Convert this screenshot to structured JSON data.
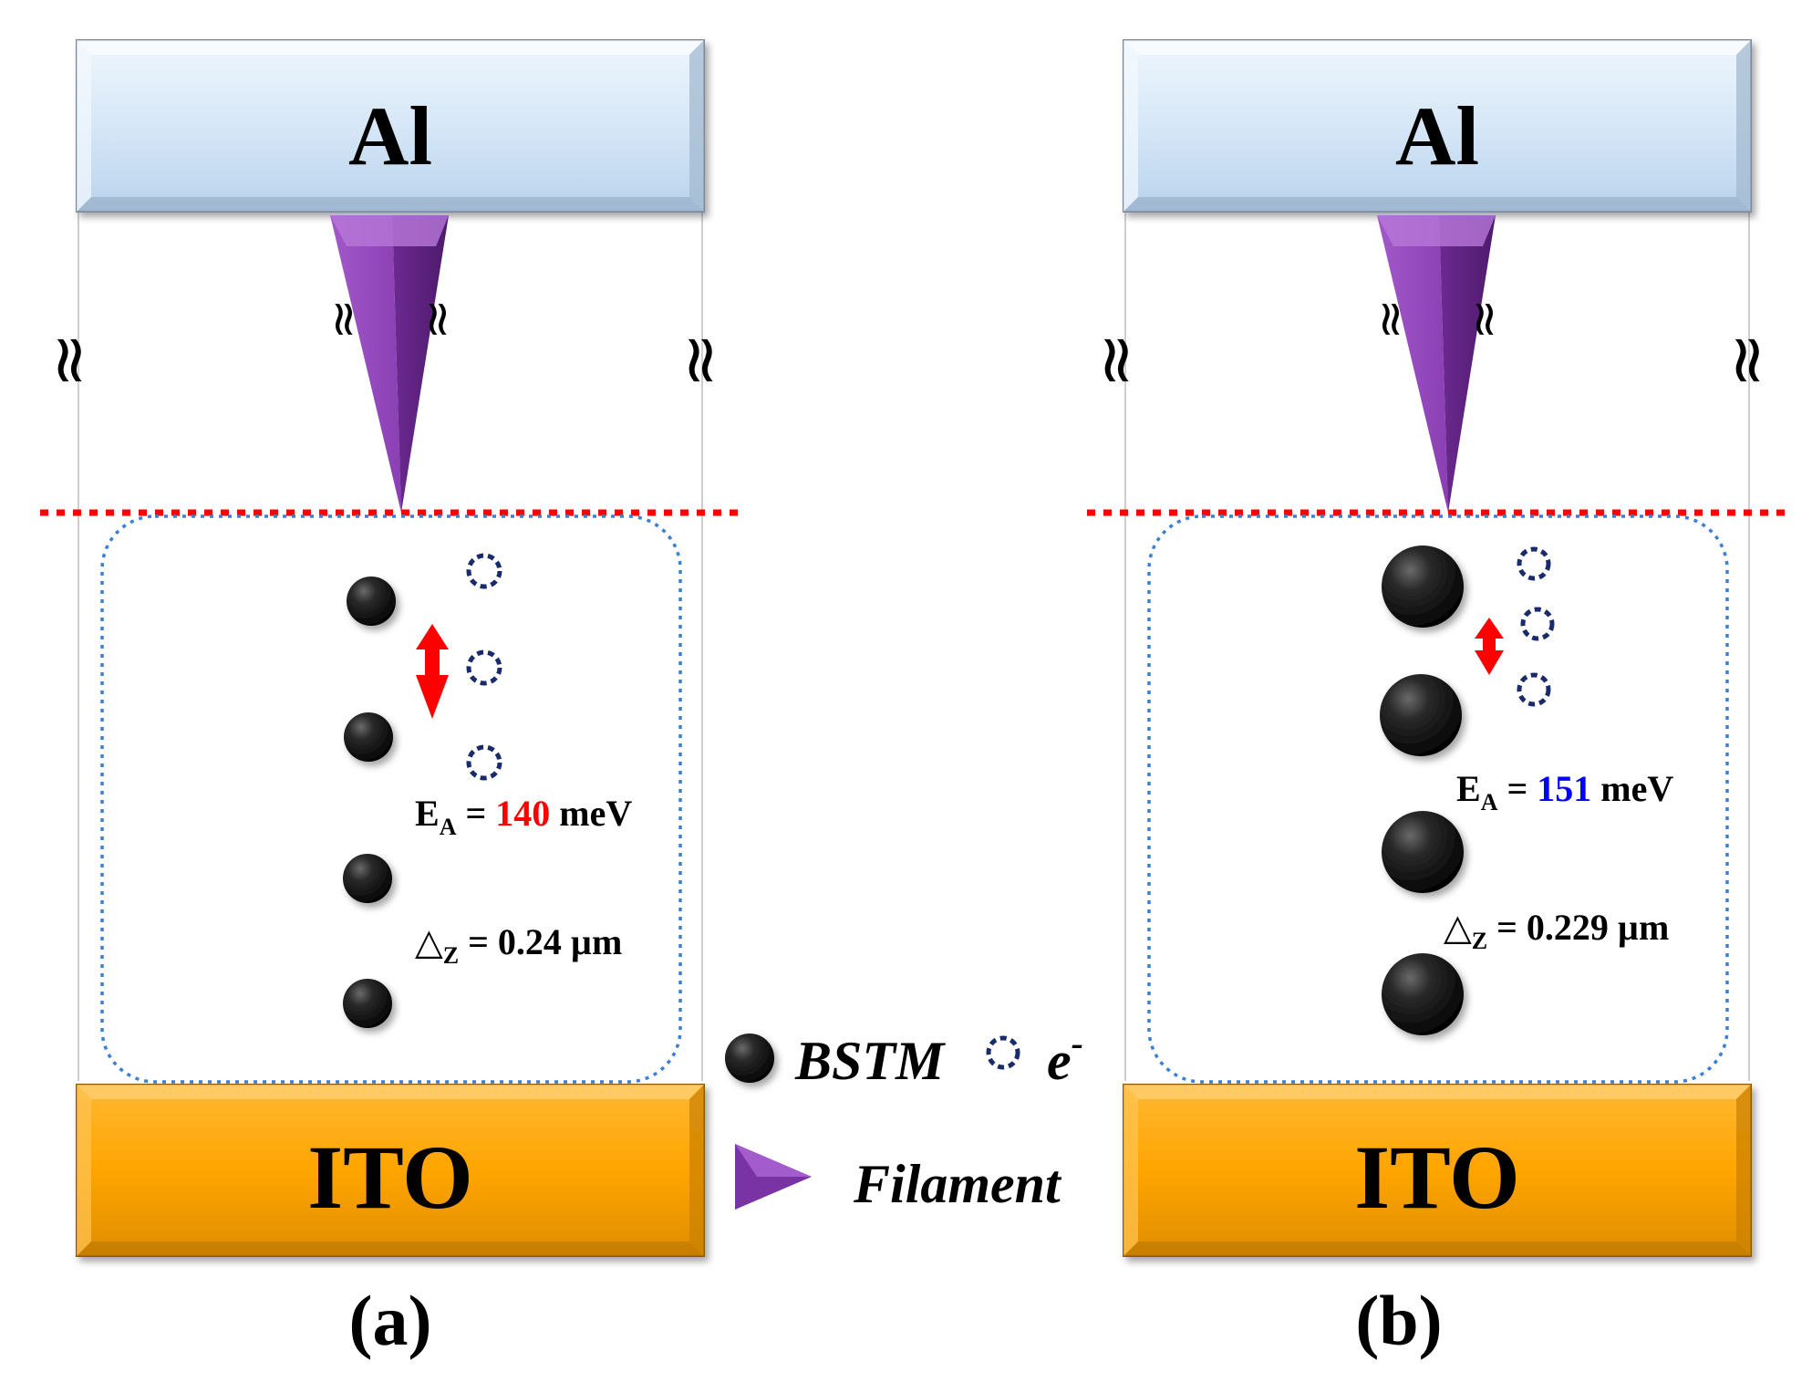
{
  "panels": {
    "a": {
      "top_electrode": "Al",
      "bottom_electrode": "ITO",
      "caption": "(a)",
      "ea_prefix": "E",
      "ea_sub": "A",
      "ea_equals": " = ",
      "ea_value": "140",
      "ea_unit": " meV",
      "ea_color": "#ff0000",
      "dz_prefix": "△",
      "dz_sub": "Z",
      "dz_rest": " = 0.24 µm"
    },
    "b": {
      "top_electrode": "Al",
      "bottom_electrode": "ITO",
      "caption": "(b)",
      "ea_prefix": "E",
      "ea_sub": "A",
      "ea_equals": " = ",
      "ea_value": "151",
      "ea_unit": " meV",
      "ea_color": "#0000ff",
      "dz_prefix": "△",
      "dz_sub": "Z",
      "dz_rest": " = 0.229 µm"
    }
  },
  "legend": {
    "bstm_label": "BSTM",
    "electron_label": "e",
    "electron_sup": "-",
    "filament_label": "Filament"
  },
  "break_symbol": "≈",
  "colors": {
    "al_fill": "#dbeaf8",
    "ito_fill": "#ffa500",
    "filament": "#8e44ad",
    "interface_line": "#ff0000",
    "region_outline": "#3b7fd6",
    "electron_ring": "#1a2b6b",
    "arrow": "#ff0000"
  }
}
